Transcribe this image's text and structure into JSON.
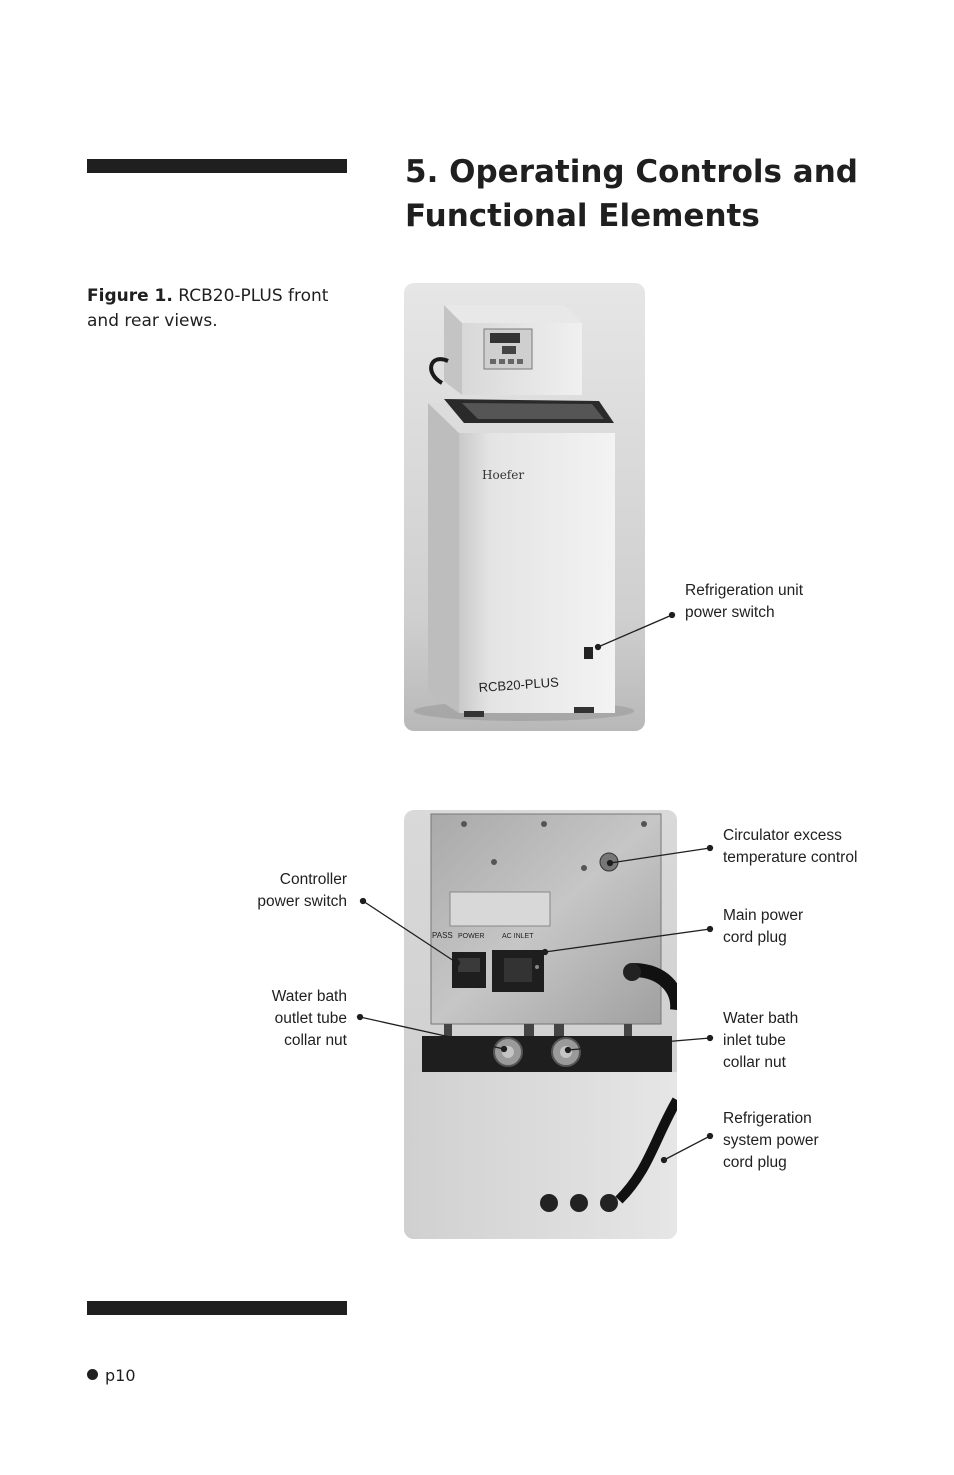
{
  "section": {
    "title_line1": "5. Operating Controls and",
    "title_line2": "Functional Elements"
  },
  "figure": {
    "label": "Figure 1.",
    "caption": "RCB20-PLUS front and rear views."
  },
  "front_photo": {
    "brand_logo_text": "Hoefer",
    "model_label": "RCB20-PLUS",
    "callouts": [
      {
        "lines": [
          "Refrigeration unit",
          "power switch"
        ]
      }
    ]
  },
  "rear_photo": {
    "panel_labels": {
      "pass": "PASS",
      "power": "POWER",
      "ac_inlet": "AC INLET"
    },
    "callouts_right": [
      {
        "lines": [
          "Circulator excess",
          "temperature control"
        ]
      },
      {
        "lines": [
          "Main power",
          "cord plug"
        ]
      },
      {
        "lines": [
          "Water bath",
          "inlet tube",
          "collar nut"
        ]
      },
      {
        "lines": [
          "Refrigeration",
          "system power",
          "cord plug"
        ]
      }
    ],
    "callouts_left": [
      {
        "lines": [
          "Controller",
          "power switch"
        ]
      },
      {
        "lines": [
          "Water bath",
          "outlet tube",
          "collar nut"
        ]
      }
    ]
  },
  "footer": {
    "page": "p10"
  }
}
